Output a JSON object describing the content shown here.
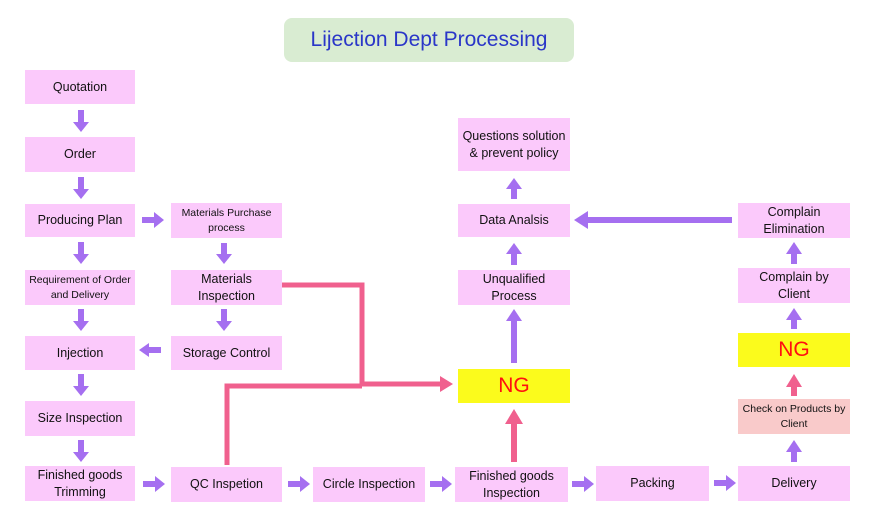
{
  "title": "Lijection Dept Processing",
  "nodes": {
    "quotation": "Quotation",
    "order": "Order",
    "producing_plan": "Producing Plan",
    "requirement": "Requirement of Order and Delivery",
    "injection": "Injection",
    "size_inspection": "Size Inspection",
    "finished_trimming": "Finished goods Trimming",
    "materials_purchase": "Materials Purchase process",
    "materials_inspection": "Materials Inspection",
    "storage_control": "Storage Control",
    "qc_inspetion": "QC Inspetion",
    "circle_inspection": "Circle Inspection",
    "finished_inspection": "Finished goods Inspection",
    "packing": "Packing",
    "delivery": "Delivery",
    "ng_center": "NG",
    "unqualified_process": "Unqualified Process",
    "data_analysis": "Data Analsis",
    "questions_solution": "Questions solution & prevent policy",
    "check_products": "Check on Products by Client",
    "ng_right": "NG",
    "complain_by_client": "Complain by Client",
    "complain_elimination": "Complain Elimination"
  },
  "colors": {
    "node_fill": "#fbc9fb",
    "ng_fill": "#fbfb1c",
    "ng_text": "#ff1010",
    "check_fill": "#f9caca",
    "flow_arrow": "#a56ff0",
    "ng_route": "#f0608e",
    "title_fill": "#d9ecd2",
    "title_text": "#2a36c8"
  }
}
